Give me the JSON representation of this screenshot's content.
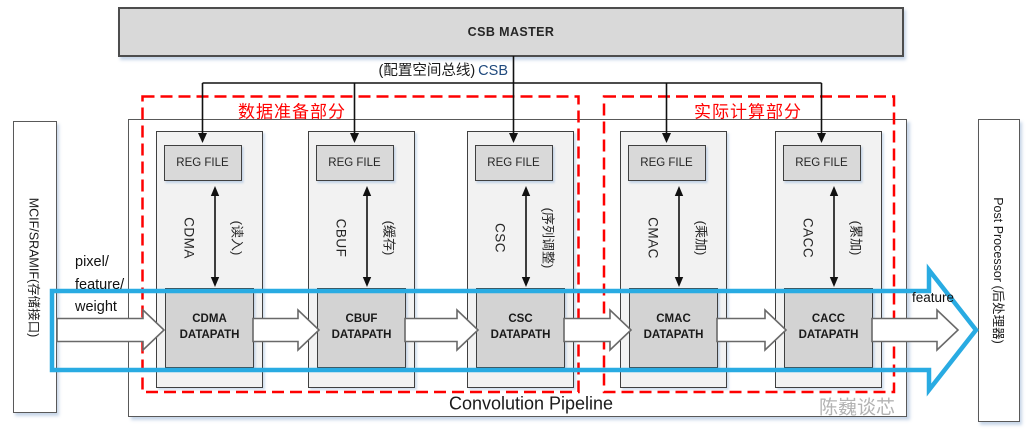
{
  "csb": {
    "master_label": "CSB MASTER",
    "bus_label_cn": "(配置空间总线)",
    "bus_label_en": "CSB"
  },
  "sections": {
    "data_prep": "数据准备部分",
    "compute": "实际计算部分"
  },
  "modules": [
    {
      "name": "CDMA",
      "reg_file": "REG FILE",
      "annotation": "(读入)",
      "datapath": [
        "CDMA",
        "DATAPATH"
      ]
    },
    {
      "name": "CBUF",
      "reg_file": "REG FILE",
      "annotation": "(缓存)",
      "datapath": [
        "CBUF",
        "DATAPATH"
      ]
    },
    {
      "name": "CSC",
      "reg_file": "REG FILE",
      "annotation": "(序列调整)",
      "datapath": [
        "CSC",
        "DATAPATH"
      ]
    },
    {
      "name": "CMAC",
      "reg_file": "REG FILE",
      "annotation": "(乘加)",
      "datapath": [
        "CMAC",
        "DATAPATH"
      ]
    },
    {
      "name": "CACC",
      "reg_file": "REG FILE",
      "annotation": "(累加)",
      "datapath": [
        "CACC",
        "DATAPATH"
      ]
    }
  ],
  "memory_interface": {
    "label": "MCIF/SRAMIF(存储接口)"
  },
  "post_processor": {
    "label": "Post Processor (后处理器)"
  },
  "flow": {
    "input_lines": [
      "pixel/",
      "feature/",
      "weight"
    ],
    "output_label": "feature"
  },
  "pipeline_title": "Convolution Pipeline",
  "watermark": "陈巍谈芯",
  "colors": {
    "flow_arrow": "#29ABE2",
    "section_border": "#FF0000",
    "csb_text": "#1F497D",
    "box_fill_light": "#F2F2F2",
    "box_fill_gray": "#D9D9D9"
  }
}
